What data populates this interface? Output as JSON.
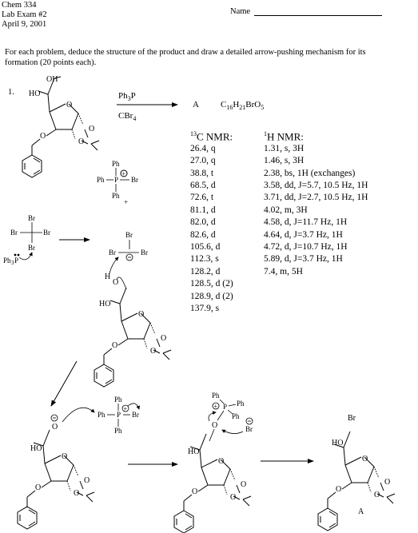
{
  "header": {
    "course": "Chem 334",
    "exam": "Lab Exam #2",
    "date": "April 9, 2001",
    "name_label": "Name"
  },
  "instructions": "For each problem, deduce the structure of the product and draw a detailed arrow-pushing mechanism for its",
  "instructions_line2": "formation (20 points each).",
  "problem": {
    "number": "1.",
    "reagent_top": "Ph",
    "reagent_top_sub": "3",
    "reagent_top_rest": "P",
    "reagent_bottom": "CBr",
    "reagent_bottom_sub": "4",
    "product_label": "A",
    "formula": "C16H21BrO5"
  },
  "c13": {
    "heading_sup": "13",
    "heading": "C NMR:",
    "peaks": [
      "26.4, q",
      "27.0, q",
      "38.8, t",
      "68.5, d",
      "72.6, t",
      "81.1, d",
      "82.0, d",
      "82.6, d",
      "105.6, d",
      "112.3, s",
      "128.2, d",
      "128.5, d (2)",
      "128.9, d (2)",
      "137.9, s"
    ]
  },
  "h1": {
    "heading_sup": "1",
    "heading": "H NMR:",
    "peaks": [
      "1.31, s, 3H",
      "1.46, s, 3H",
      "2.38, bs, 1H (exchanges)",
      "3.58, dd, J=5.7, 10.5 Hz, 1H",
      "3.71, dd, J=2.7, 10.5 Hz, 1H",
      "4.02, m, 3H",
      "4.58, d, J=11.7 Hz, 1H",
      "4.64, d, J=3.7 Hz, 1H",
      "4.72, d, J=10.7 Hz, 1H",
      "5.89, d, J=3.7 Hz, 1H",
      "7.4, m, 5H"
    ]
  },
  "labels": {
    "OH": "OH",
    "HO": "HO",
    "O": "O",
    "Br": "Br",
    "Ph": "Ph",
    "P": "P",
    "H": "H",
    "Ph3P": "Ph",
    "Ph3P_sub": "3",
    "Ph3P_rest": "P",
    "plus": "+",
    "A": "A"
  }
}
